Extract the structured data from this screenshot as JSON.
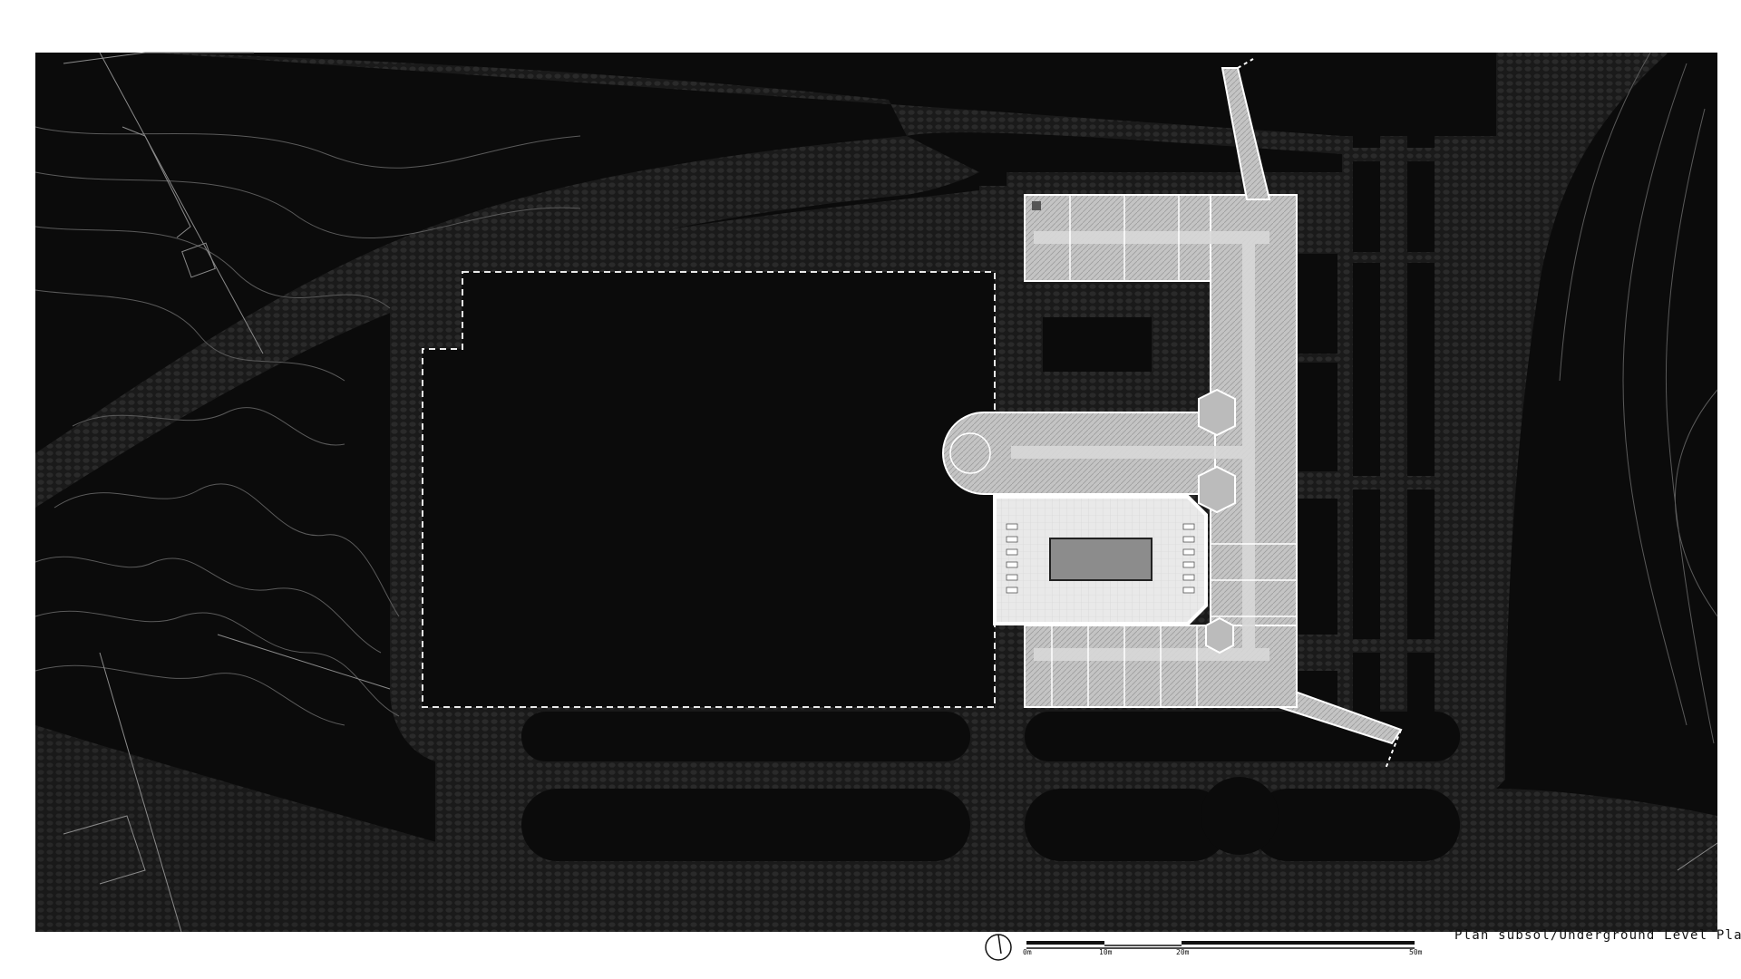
{
  "caption": "Plan subsol/Underground Level Plan",
  "scale_bar": {
    "labels": [
      "0m",
      "10m",
      "20m",
      "50m"
    ]
  },
  "colors": {
    "ground": "#0b0b0b",
    "paving": "#1e1e1e",
    "building": "#c9c9c9",
    "building_detail": "#9a9a9a",
    "hall": "#ececec",
    "outline_dashed": "#e8e8e8",
    "contour": "#5a5a5a"
  },
  "icons": {
    "north_arrow": "north-arrow-icon"
  }
}
